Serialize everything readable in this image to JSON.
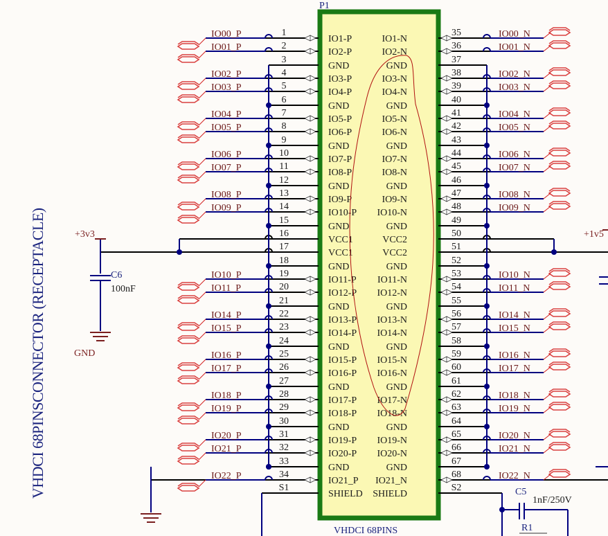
{
  "component": {
    "designator": "P1",
    "footprint": "VHDCI 68PINS",
    "comment": "VHDCI 68PINSCONNECTOR (RECEPTACLE)",
    "body_color": "#fbf8b4",
    "border_color": "#1a7a14"
  },
  "pins": [
    {
      "ln": "1",
      "lname": "IO1-P",
      "rname": "IO1-N",
      "rn": "35",
      "lnet": "IO00_P",
      "rnet": "IO00_N"
    },
    {
      "ln": "2",
      "lname": "IO2-P",
      "rname": "IO2-N",
      "rn": "36",
      "lnet": "IO01_P",
      "rnet": "IO01_N"
    },
    {
      "ln": "3",
      "lname": "GND",
      "rname": "GND",
      "rn": "37",
      "lnet": "",
      "rnet": ""
    },
    {
      "ln": "4",
      "lname": "IO3-P",
      "rname": "IO3-N",
      "rn": "38",
      "lnet": "IO02_P",
      "rnet": "IO02_N"
    },
    {
      "ln": "5",
      "lname": "IO4-P",
      "rname": "IO4-N",
      "rn": "39",
      "lnet": "IO03_P",
      "rnet": "IO03_N"
    },
    {
      "ln": "6",
      "lname": "GND",
      "rname": "GND",
      "rn": "40",
      "lnet": "",
      "rnet": ""
    },
    {
      "ln": "7",
      "lname": "IO5-P",
      "rname": "IO5-N",
      "rn": "41",
      "lnet": "IO04_P",
      "rnet": "IO04_N"
    },
    {
      "ln": "8",
      "lname": "IO6-P",
      "rname": "IO6-N",
      "rn": "42",
      "lnet": "IO05_P",
      "rnet": "IO05_N"
    },
    {
      "ln": "9",
      "lname": "GND",
      "rname": "GND",
      "rn": "43",
      "lnet": "",
      "rnet": ""
    },
    {
      "ln": "10",
      "lname": "IO7-P",
      "rname": "IO7-N",
      "rn": "44",
      "lnet": "IO06_P",
      "rnet": "IO06_N"
    },
    {
      "ln": "11",
      "lname": "IO8-P",
      "rname": "IO8-N",
      "rn": "45",
      "lnet": "IO07_P",
      "rnet": "IO07_N"
    },
    {
      "ln": "12",
      "lname": "GND",
      "rname": "GND",
      "rn": "46",
      "lnet": "",
      "rnet": ""
    },
    {
      "ln": "13",
      "lname": "IO9-P",
      "rname": "IO9-N",
      "rn": "47",
      "lnet": "IO08_P",
      "rnet": "IO08_N"
    },
    {
      "ln": "14",
      "lname": "IO10-P",
      "rname": "IO10-N",
      "rn": "48",
      "lnet": "IO09_P",
      "rnet": "IO09_N"
    },
    {
      "ln": "15",
      "lname": "GND",
      "rname": "GND",
      "rn": "49",
      "lnet": "",
      "rnet": ""
    },
    {
      "ln": "16",
      "lname": "VCC1",
      "rname": "VCC2",
      "rn": "50",
      "lnet": "",
      "rnet": ""
    },
    {
      "ln": "17",
      "lname": "VCC1",
      "rname": "VCC2",
      "rn": "51",
      "lnet": "",
      "rnet": ""
    },
    {
      "ln": "18",
      "lname": "GND",
      "rname": "GND",
      "rn": "52",
      "lnet": "",
      "rnet": ""
    },
    {
      "ln": "19",
      "lname": "IO11-P",
      "rname": "IO11-N",
      "rn": "53",
      "lnet": "IO10_P",
      "rnet": "IO10_N"
    },
    {
      "ln": "20",
      "lname": "IO12-P",
      "rname": "IO12-N",
      "rn": "54",
      "lnet": "IO11_P",
      "rnet": "IO11_N"
    },
    {
      "ln": "21",
      "lname": "GND",
      "rname": "GND",
      "rn": "55",
      "lnet": "",
      "rnet": ""
    },
    {
      "ln": "22",
      "lname": "IO13-P",
      "rname": "IO13-N",
      "rn": "56",
      "lnet": "IO14_P",
      "rnet": "IO14_N"
    },
    {
      "ln": "23",
      "lname": "IO14-P",
      "rname": "IO14-N",
      "rn": "57",
      "lnet": "IO15_P",
      "rnet": "IO15_N"
    },
    {
      "ln": "24",
      "lname": "GND",
      "rname": "GND",
      "rn": "58",
      "lnet": "",
      "rnet": ""
    },
    {
      "ln": "25",
      "lname": "IO15-P",
      "rname": "IO15-N",
      "rn": "59",
      "lnet": "IO16_P",
      "rnet": "IO16_N"
    },
    {
      "ln": "26",
      "lname": "IO16-P",
      "rname": "IO16-N",
      "rn": "60",
      "lnet": "IO17_P",
      "rnet": "IO17_N"
    },
    {
      "ln": "27",
      "lname": "GND",
      "rname": "GND",
      "rn": "61",
      "lnet": "",
      "rnet": ""
    },
    {
      "ln": "28",
      "lname": "IO17-P",
      "rname": "IO17-N",
      "rn": "62",
      "lnet": "IO18_P",
      "rnet": "IO18_N"
    },
    {
      "ln": "29",
      "lname": "IO18-P",
      "rname": "IO18-N",
      "rn": "63",
      "lnet": "IO19_P",
      "rnet": "IO19_N"
    },
    {
      "ln": "30",
      "lname": "GND",
      "rname": "GND",
      "rn": "64",
      "lnet": "",
      "rnet": ""
    },
    {
      "ln": "31",
      "lname": "IO19-P",
      "rname": "IO19-N",
      "rn": "65",
      "lnet": "IO20_P",
      "rnet": "IO20_N"
    },
    {
      "ln": "32",
      "lname": "IO20-P",
      "rname": "IO20-N",
      "rn": "66",
      "lnet": "IO21_P",
      "rnet": "IO21_N"
    },
    {
      "ln": "33",
      "lname": "GND",
      "rname": "GND",
      "rn": "67",
      "lnet": "",
      "rnet": ""
    },
    {
      "ln": "34",
      "lname": "IO21_P",
      "rname": "IO21_N",
      "rn": "68",
      "lnet": "IO22_P",
      "rnet": "IO22_N"
    },
    {
      "ln": "S1",
      "lname": "SHIELD",
      "rname": "SHIELD",
      "rn": "S2",
      "lnet": "",
      "rnet": ""
    }
  ],
  "power": {
    "left": "+3v3",
    "right": "+1v5",
    "ground": "GND"
  },
  "c6": {
    "designator": "C6",
    "value": "100nF"
  },
  "c5": {
    "designator": "C5",
    "value": "1nF/250V"
  },
  "r1": {
    "designator": "R1"
  },
  "colors": {
    "wire": "#000080",
    "pin": "#000000",
    "port": "#d42020",
    "annotation": "#b01010"
  }
}
